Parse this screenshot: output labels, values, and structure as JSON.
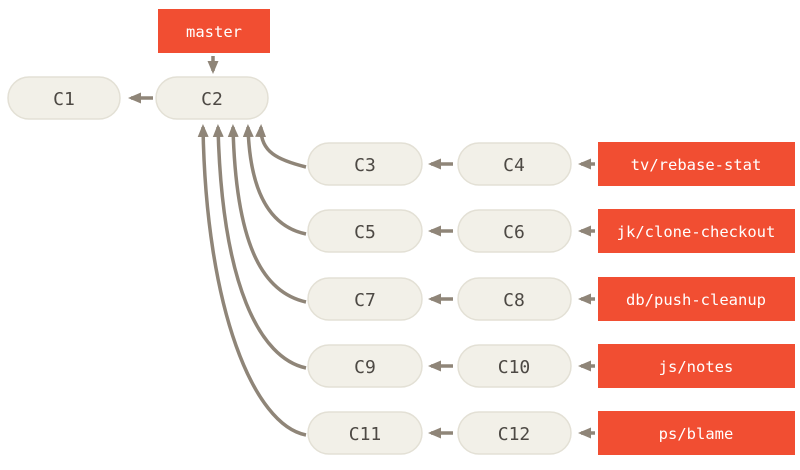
{
  "diagram": {
    "master_label": "master",
    "commits": {
      "c1": "C1",
      "c2": "C2"
    },
    "rows": [
      {
        "left": "C3",
        "right": "C4",
        "branch": "tv/rebase-stat"
      },
      {
        "left": "C5",
        "right": "C6",
        "branch": "jk/clone-checkout"
      },
      {
        "left": "C7",
        "right": "C8",
        "branch": "db/push-cleanup"
      },
      {
        "left": "C9",
        "right": "C10",
        "branch": "js/notes"
      },
      {
        "left": "C11",
        "right": "C12",
        "branch": "ps/blame"
      }
    ],
    "colors": {
      "branch_label_bg": "#f14e32",
      "branch_label_text": "#ffffff",
      "node_fill": "#f2f0e8",
      "node_border": "#e3e0d5",
      "node_text": "#4d4944",
      "arrow": "#8f8578"
    }
  }
}
